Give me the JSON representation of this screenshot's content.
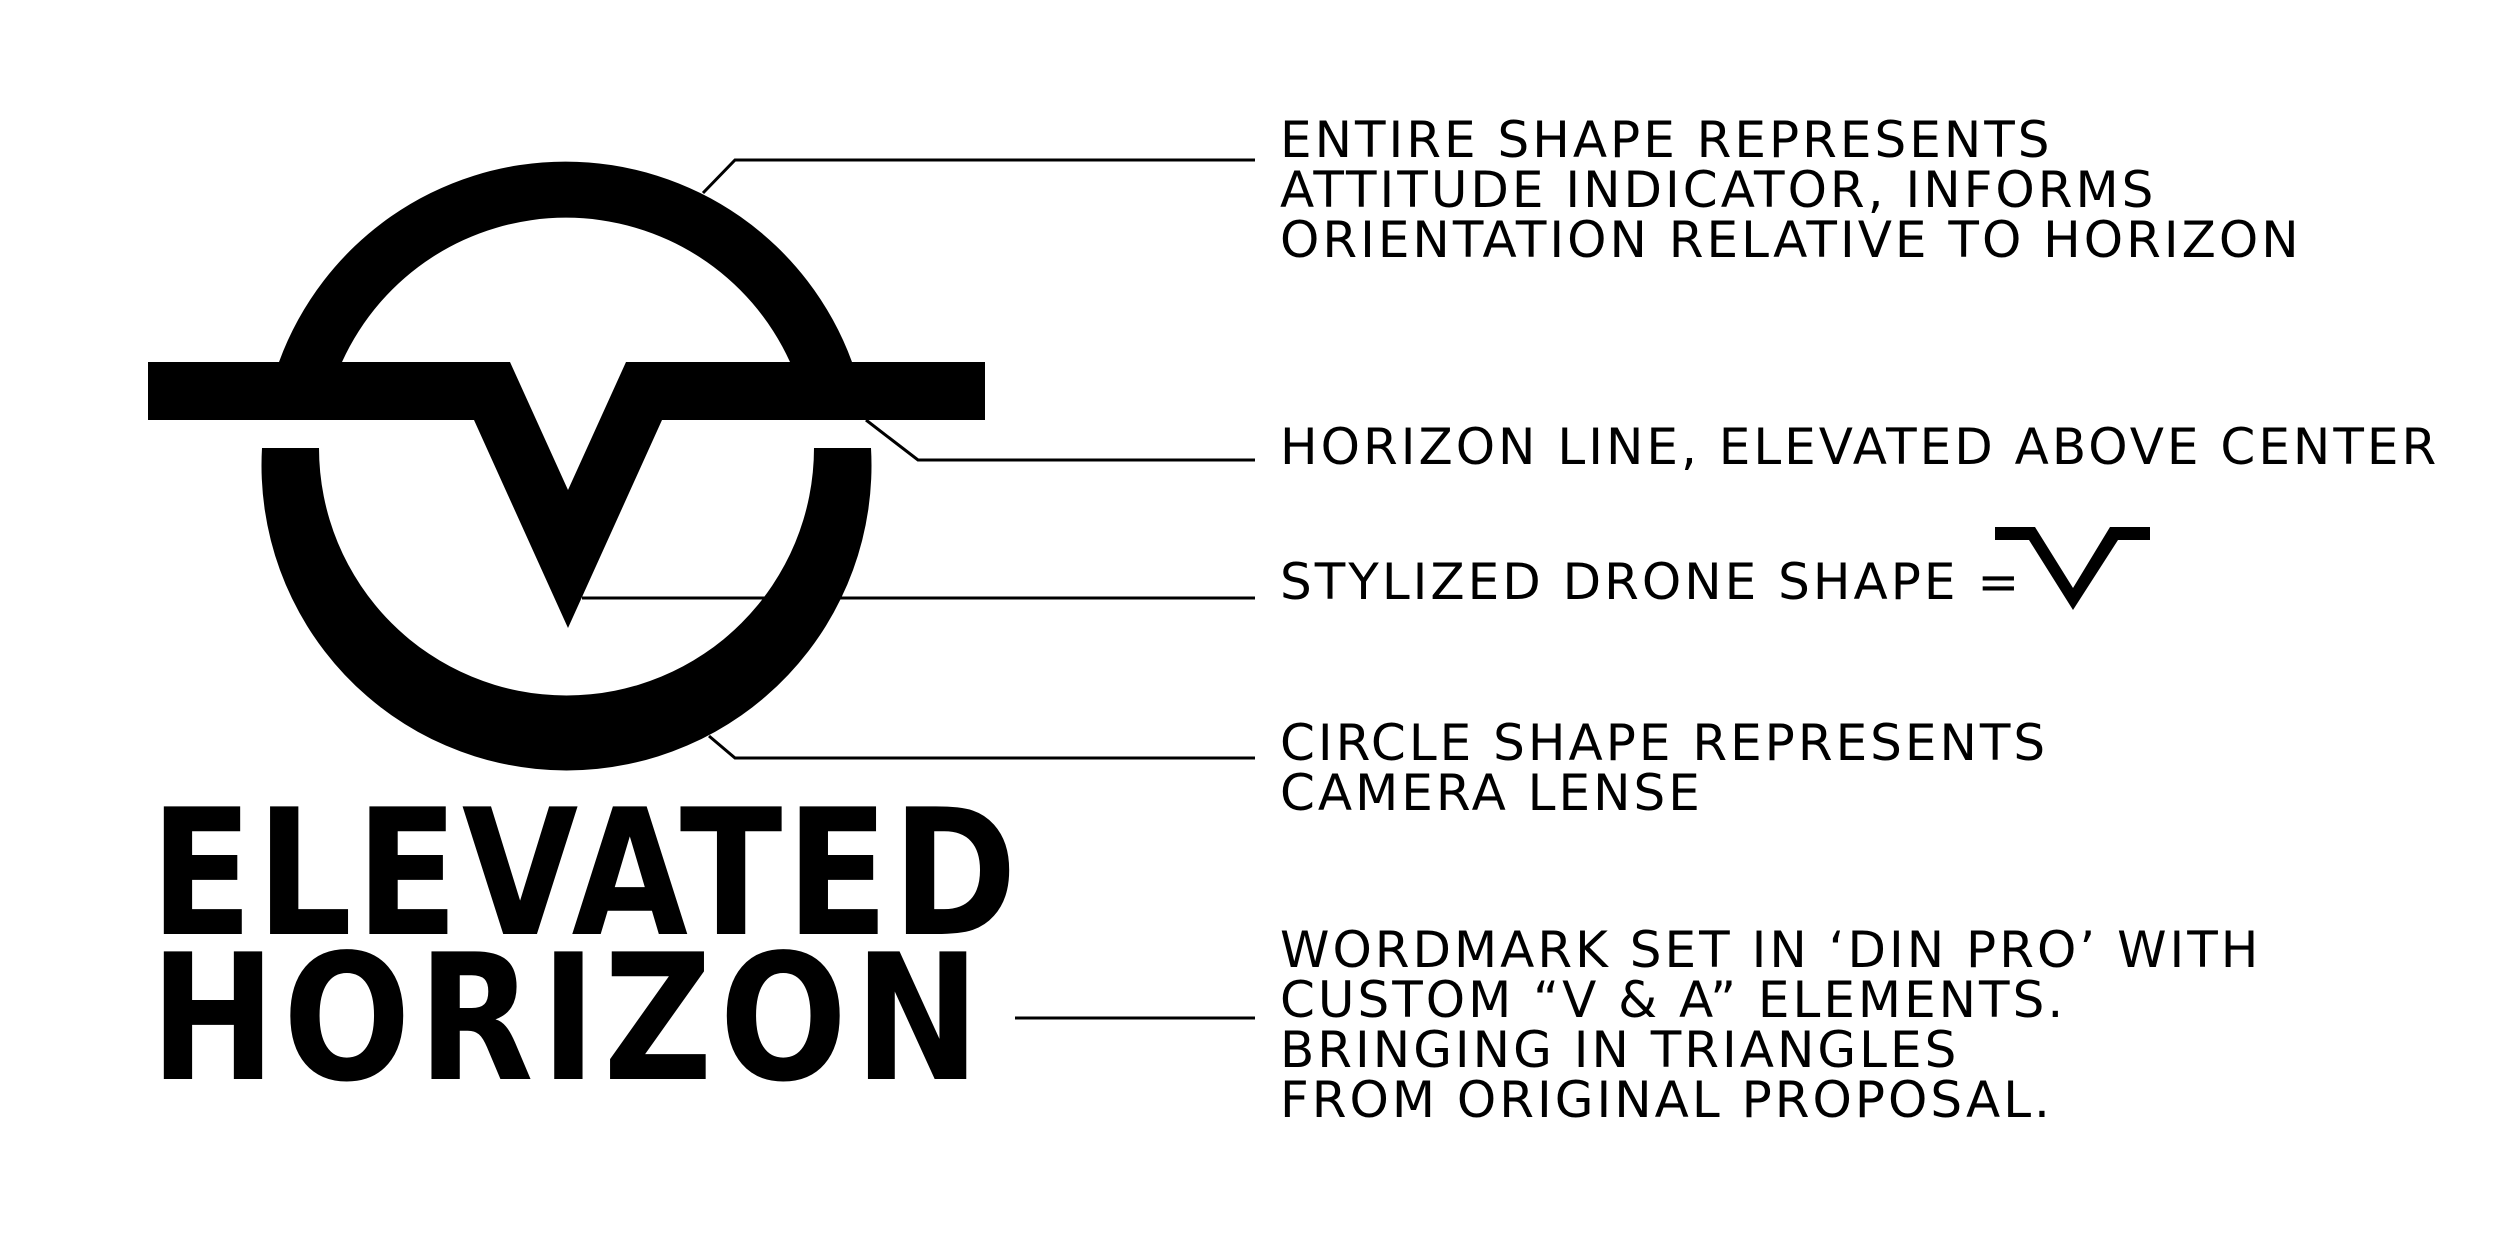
{
  "logo": {
    "wordmark_line1": "ELEVATED",
    "wordmark_line2": "HORIZON",
    "ink_color": "#000000",
    "background_color": "#ffffff"
  },
  "annotations": [
    {
      "id": "attitude",
      "lines": [
        "ENTIRE SHAPE REPRESENTS",
        "ATTITUDE INDICATOR, INFORMS",
        "ORIENTATION RELATIVE TO HORIZON"
      ]
    },
    {
      "id": "horizon",
      "lines": [
        "HORIZON LINE, ELEVATED ABOVE CENTER"
      ]
    },
    {
      "id": "drone",
      "lines": [
        "STYLIZED DRONE SHAPE ="
      ],
      "icon": "drone-v-icon"
    },
    {
      "id": "circle",
      "lines": [
        "CIRCLE SHAPE REPRESENTS",
        "CAMERA LENSE"
      ]
    },
    {
      "id": "wordmark",
      "lines": [
        "WORDMARK SET IN ‘DIN PRO’ WITH",
        "CUSTOM “V & A” ELEMENTS.",
        "BRINGING IN TRIANGLES",
        "FROM ORIGINAL PROPOSAL."
      ]
    }
  ]
}
